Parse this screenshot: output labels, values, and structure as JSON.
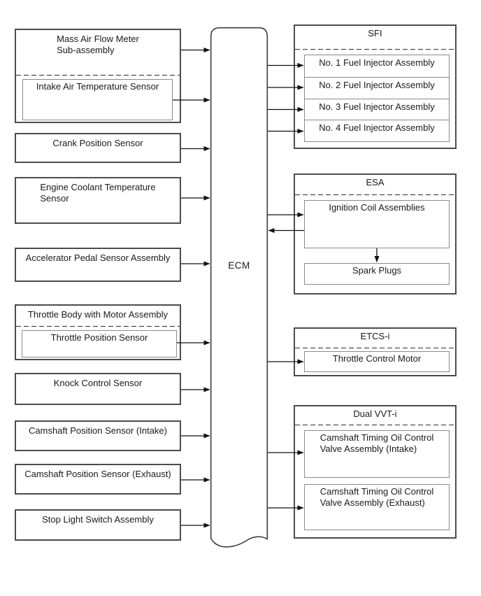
{
  "diagram": {
    "ecm": {
      "label": "ECM"
    },
    "sensors": [
      {
        "label": "Mass Air Flow Meter\nSub-assembly",
        "sub_label": "Intake Air Temperature Sensor"
      },
      {
        "label": "Crank Position Sensor"
      },
      {
        "label": "Engine Coolant Temperature\nSensor"
      },
      {
        "label": "Accelerator Pedal Sensor Assembly"
      },
      {
        "label": "Throttle Body with Motor Assembly",
        "sub_label": "Throttle Position Sensor"
      },
      {
        "label": "Knock Control Sensor"
      },
      {
        "label": "Camshaft Position Sensor (Intake)"
      },
      {
        "label": "Camshaft Position Sensor (Exhaust)"
      },
      {
        "label": "Stop Light Switch Assembly"
      }
    ],
    "systems": [
      {
        "title": "SFI",
        "injectors": [
          "No. 1 Fuel Injector Assembly",
          "No. 2 Fuel Injector Assembly",
          "No. 3 Fuel Injector Assembly",
          "No. 4 Fuel Injector Assembly"
        ]
      },
      {
        "title": "ESA",
        "coil": "Ignition Coil Assemblies",
        "plugs": "Spark Plugs"
      },
      {
        "title": "ETCS-i",
        "motor": "Throttle Control Motor"
      },
      {
        "title": "Dual VVT-i",
        "intake_valve": "Camshaft Timing Oil Control\nValve Assembly (Intake)",
        "exhaust_valve": "Camshaft Timing Oil Control\nValve Assembly (Exhaust)"
      }
    ],
    "colors": {
      "background": "#ffffff",
      "outer_border": "#4c4c4c",
      "inner_border": "#8a8a8a",
      "connector_line": "#111111",
      "text": "#1a1a1a"
    }
  }
}
